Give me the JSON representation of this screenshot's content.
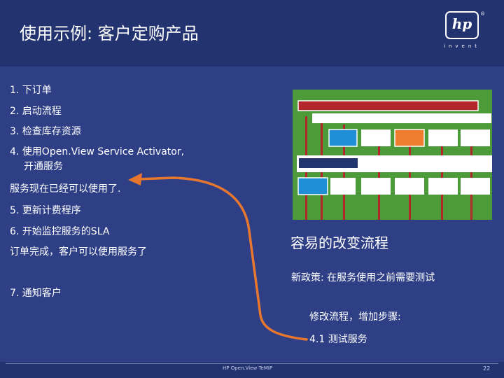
{
  "title": "使用示例: 客户定购产品",
  "logo": {
    "mark": "hp",
    "tagline": "invent",
    "reg": "®"
  },
  "steps": {
    "s1": "1. 下订单",
    "s2": "2. 启动流程",
    "s3": "3. 检查库存资源",
    "s4a": "4. 使用Open.View Service Activator,",
    "s4b": "开通服务",
    "ready": "服务现在已经可以使用了.",
    "s5": "5. 更新计费程序",
    "s6": "6. 开始监控服务的SLA",
    "done": "订单完成，客户可以使用服务了",
    "s7": "7. 通知客户"
  },
  "right": {
    "headline": "容易的改变流程",
    "policy": "新政策: 在服务使用之前需要测试",
    "modify": "修改流程，增加步骤:",
    "step41": "4.1 测试服务"
  },
  "colors": {
    "background": "#2e3f86",
    "diagram_bg": "#4c9a3a",
    "red": "#b3262a",
    "blue_box": "#1f8fd8",
    "orange_box": "#f07d2e",
    "navy_bar": "#23356f",
    "arrow": "#e8772e"
  },
  "footer": {
    "text": "HP Open.View TeMIP",
    "page": "22"
  }
}
